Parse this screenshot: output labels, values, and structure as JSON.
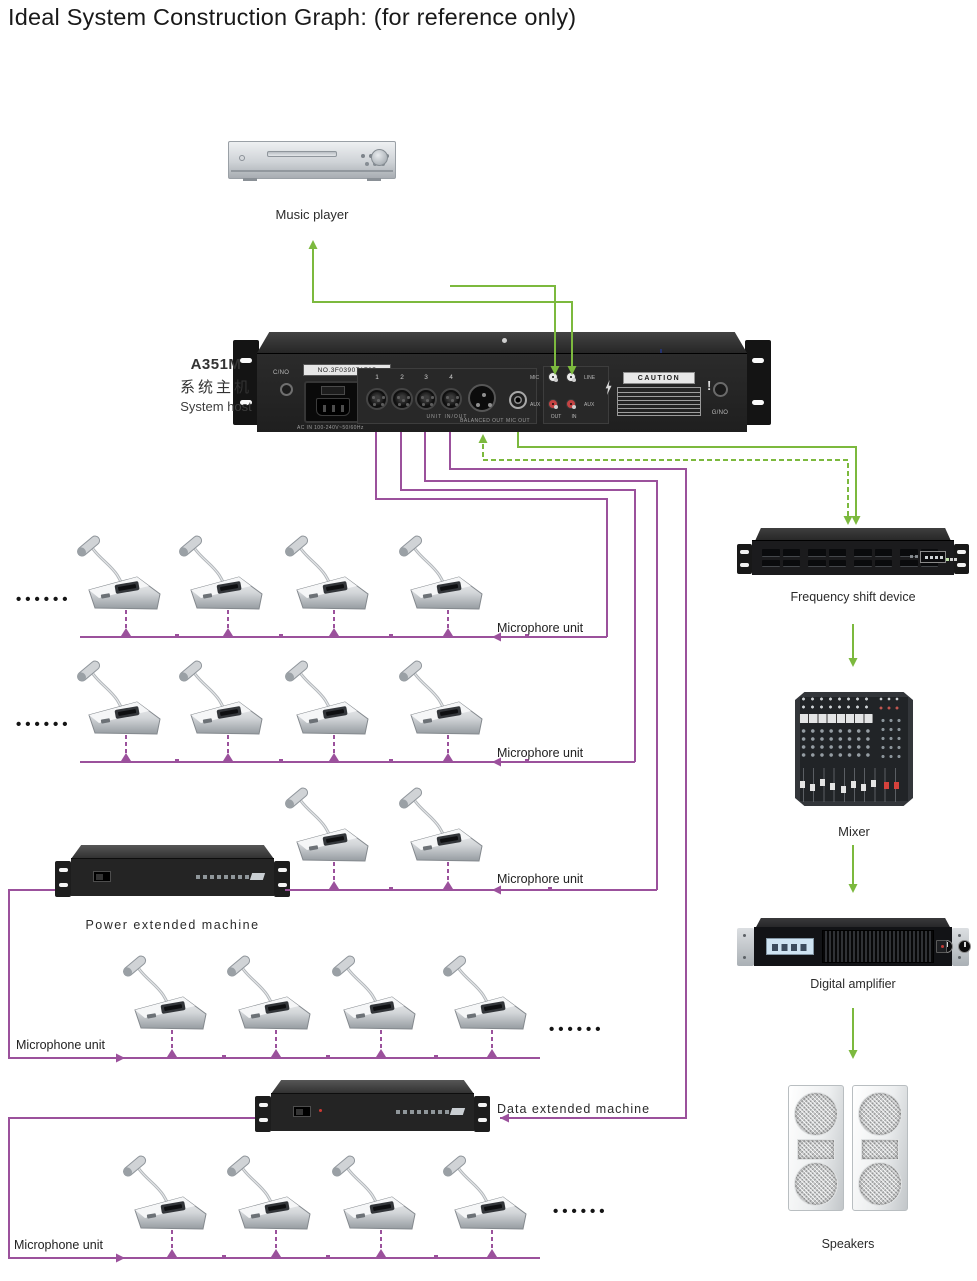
{
  "title": "Ideal System Construction Graph: (for reference only)",
  "labels": {
    "music_player": "Music player",
    "frequency_shift": "Frequency shift device",
    "mixer": "Mixer",
    "digital_amplifier": "Digital amplifier",
    "speakers": "Speakers",
    "power_extended": "Power extended machine",
    "data_extended": "Data extended machine",
    "mic_unit_1": "Microphore unit",
    "mic_unit_2": "Microphore unit",
    "mic_unit_3": "Microphore unit",
    "mic_unit_4": "Microphone unit",
    "mic_unit_5": "Microphone unit",
    "ellipsis": "••••••"
  },
  "host": {
    "model": "A351M",
    "name_cn": "系统主机",
    "name_en": "System host",
    "panel": {
      "cno": "C/NO",
      "serial": "NO.3F039071795",
      "ac_in": "AC IN 100-240V~50/60Hz",
      "port_numbers": [
        "1",
        "2",
        "3",
        "4"
      ],
      "unit_section": "UNIT IN/OUT",
      "balanced_out": "BALANCED OUT",
      "mic_out": "MIC OUT",
      "rca_mic": "MIC",
      "rca_aux_left": "AUX",
      "rca_line": "LINE",
      "rca_aux_right": "AUX",
      "out": "OUT",
      "in": "IN",
      "caution": "CAUTION",
      "exclaim": "!",
      "gno": "G/NO"
    }
  },
  "colors": {
    "signal_green": "#7cb93e",
    "bus_purple": "#9b519c"
  }
}
